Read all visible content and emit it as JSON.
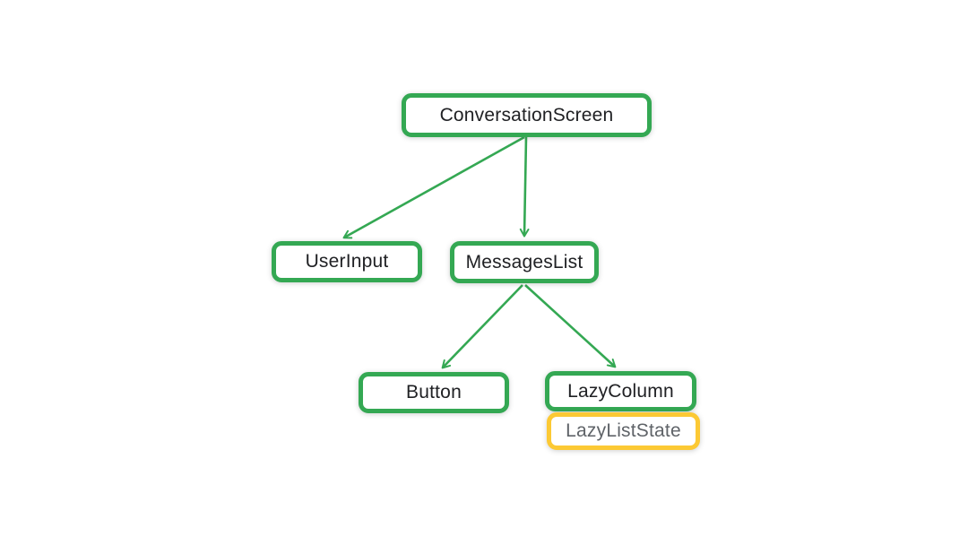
{
  "diagram": {
    "type": "tree",
    "description": "UI component tree diagram",
    "nodes": [
      {
        "id": "conversation-screen",
        "label": "ConversationScreen",
        "style": "green"
      },
      {
        "id": "user-input",
        "label": "UserInput",
        "style": "green"
      },
      {
        "id": "messages-list",
        "label": "MessagesList",
        "style": "green"
      },
      {
        "id": "button",
        "label": "Button",
        "style": "green"
      },
      {
        "id": "lazy-column",
        "label": "LazyColumn",
        "style": "green"
      },
      {
        "id": "lazy-list-state",
        "label": "LazyListState",
        "style": "yellow"
      }
    ],
    "edges": [
      {
        "from": "ConversationScreen",
        "to": "UserInput"
      },
      {
        "from": "ConversationScreen",
        "to": "MessagesList"
      },
      {
        "from": "MessagesList",
        "to": "Button"
      },
      {
        "from": "MessagesList",
        "to": "LazyColumn"
      }
    ],
    "colors": {
      "node_border_green": "#34A853",
      "node_border_yellow": "#FCC934",
      "edge": "#34A853",
      "label_dark": "#202124",
      "label_gray": "#5F6368",
      "background": "#FFFFFF"
    }
  }
}
